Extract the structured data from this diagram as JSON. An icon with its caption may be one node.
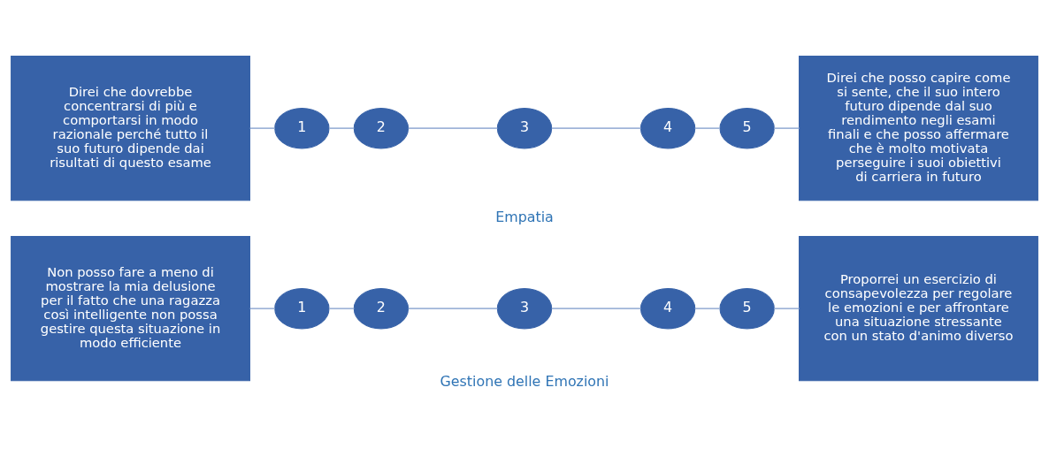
{
  "diagram": {
    "nodes": [
      {
        "text": [
          "Direi che dovrebbe concentrarsi di più e comportarsi in modo razionale perché tutto il suo futuro dipende dai risultati di questo esame"
        ]
      },
      {
        "text": [
          "1"
        ]
      },
      {
        "text": [
          "2"
        ]
      },
      {
        "text": [
          "3"
        ]
      },
      {
        "text": [
          "4"
        ]
      },
      {
        "text": [
          "5"
        ]
      },
      {
        "text": [
          "Direi che posso capire come si sente, che il suo intero futuro dipende dal suo rendimento negli esami finali e che posso affermare che è molto motivata perseguire i suoi obiettivi di carriera in futuro"
        ]
      },
      {
        "text": [
          "Non posso fare a meno di mostrare la mia delusione per il fatto che una ragazza così intelligente non possa gestire questa situazione in modo efficiente"
        ]
      },
      {
        "text": [
          "1"
        ]
      },
      {
        "text": [
          "2"
        ]
      },
      {
        "text": [
          "3"
        ]
      },
      {
        "text": [
          "4"
        ]
      },
      {
        "text": [
          "5"
        ]
      },
      {
        "text": [
          "Proporrei un esercizio di consapevolezza per regolare le emozioni e per affrontare una situazione stressante con un stato d'animo diverso"
        ]
      }
    ],
    "edges": [
      {
        "from": 0,
        "to": 1,
        "arrow": "none"
      },
      {
        "from": 1,
        "to": 2,
        "arrow": "none"
      },
      {
        "from": 2,
        "to": 3,
        "arrow": "none"
      },
      {
        "from": 3,
        "to": 4,
        "arrow": "none"
      },
      {
        "from": 4,
        "to": 5,
        "arrow": "none"
      },
      {
        "from": 5,
        "to": 6,
        "arrow": "none"
      },
      {
        "from": 7,
        "to": 8,
        "arrow": "none"
      },
      {
        "from": 8,
        "to": 9,
        "arrow": "none"
      },
      {
        "from": 9,
        "to": 10,
        "arrow": "none"
      },
      {
        "from": 10,
        "to": 11,
        "arrow": "none"
      },
      {
        "from": 11,
        "to": 12,
        "arrow": "none"
      },
      {
        "from": 12,
        "to": 13,
        "arrow": "none"
      }
    ],
    "labels": [
      "Empatia",
      "Gestione delle Emozioni"
    ]
  }
}
